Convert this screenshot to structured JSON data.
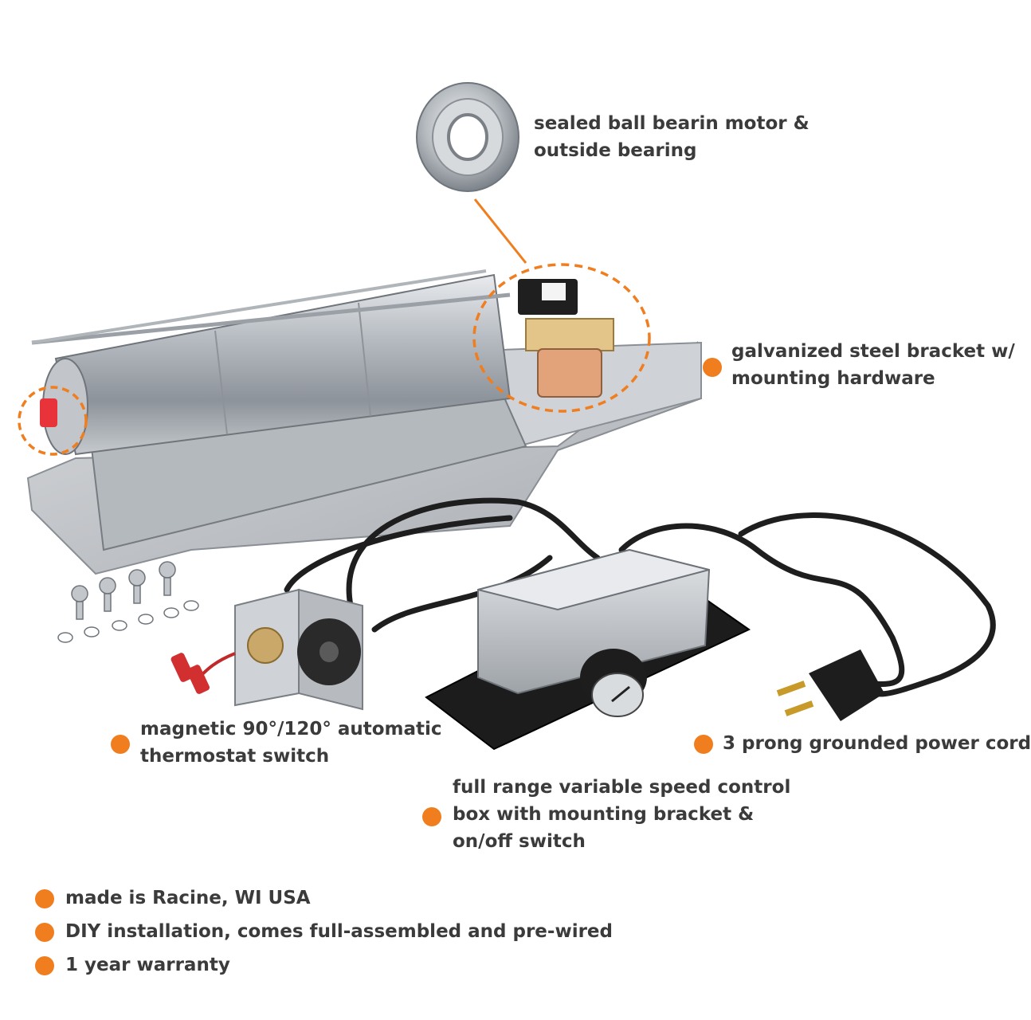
{
  "colors": {
    "accent": "#f07d1e",
    "text": "#3b3b3b",
    "metal": "#c9ccd0",
    "black": "#1d1d1d"
  },
  "callouts": {
    "bearing": [
      "sealed ball bearin motor &",
      "outside bearing"
    ],
    "bracket": [
      "galvanized steel bracket w/",
      "mounting hardware"
    ],
    "thermostat": [
      "magnetic 90°/120° automatic",
      "thermostat switch"
    ],
    "power_cord": [
      "3 prong grounded power cord"
    ],
    "speed_control": [
      "full range variable speed control",
      "box with mounting bracket &",
      "on/off switch"
    ]
  },
  "bullets": [
    "made is Racine, WI USA",
    "DIY installation, comes full-assembled and pre-wired",
    "1 year warranty"
  ],
  "icons": {
    "bearing": "ball-bearing-icon",
    "blower": "blower-fan-icon",
    "thermostat": "thermostat-switch-icon",
    "control_box": "speed-control-box-icon",
    "plug": "power-plug-icon",
    "hardware": "screws-washers-icon"
  }
}
